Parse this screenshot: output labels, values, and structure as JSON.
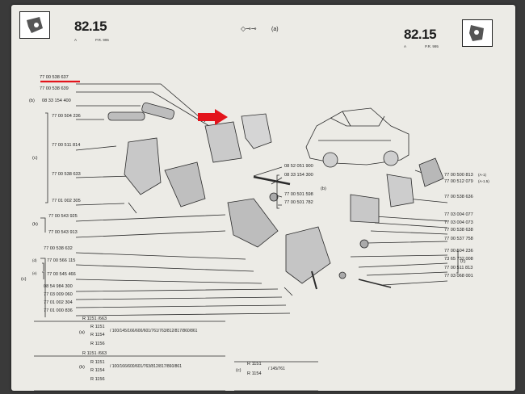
{
  "header": {
    "section_left": "82.15",
    "section_right": "82.15",
    "sub_left_a": "A",
    "sub_left_pr": "P.R. 995",
    "sub_right_a": "A",
    "sub_right_pr": "P.R. 995",
    "center_ref": "(a)"
  },
  "left_parts": {
    "p1": "77 00 538 637",
    "p2": "77 00 538 639",
    "p3_tag": "(b)",
    "p3": "08 33 154 400",
    "p4": "77 00 504 236",
    "p5": "77 00 511 814",
    "p6_tag": "(c)",
    "p6": "77 00 538 633",
    "p7": "77 01 002 305",
    "p8_tag": "(b)",
    "p8": "77 00 543 925",
    "p9": "77 00 543 913",
    "p10": "77 00 538 632",
    "p11_tag": "(d)",
    "p11": "77 00 566 115",
    "p12_tag": "(c)",
    "p12_tag2": "(e)",
    "p12": "77 00 545 466",
    "p13": "08 54 984 300",
    "p14": "77 03 009 060",
    "p15": "77 01 002 304",
    "p16": "77 01 000 836"
  },
  "center_parts": {
    "c1": "08 52 051 900",
    "c2": "08 33 154 300",
    "c3": "77 00 501 598",
    "c4": "77 00 501 782",
    "c_tag": "(b)"
  },
  "right_parts": {
    "r1": "77 00 500 813",
    "r1_note": "(A-1)",
    "r2": "77 00 512 079",
    "r2_note": "(A-1.5)",
    "r3": "77 00 538 636",
    "r4": "77 03 004 077",
    "r5": "77 03 004 073",
    "r6": "77 00 538 638",
    "r7": "77 00 537 758",
    "r8": "77 00 504 236",
    "r9": "73 65 732 008",
    "r9_tag": "(c)",
    "r10": "77 00 511 813",
    "r11": "77 03 068 001"
  },
  "footnotes": {
    "f1": "R 1151 /663",
    "f2_tag": "(a)",
    "f2a": "R 1151",
    "f2b": "R 1154",
    "f2_list": "/ 100/145/166/600/601/761/763/812/817/860/861",
    "f3": "R 1156",
    "f4": "R 1151 /663",
    "f5_tag": "(b)",
    "f5a": "R 1151",
    "f5b": "R 1154",
    "f5_list": "/ 100/166/600/601/763/812/817/860/861",
    "f6": "R 1156",
    "f7_tag": "(c)",
    "f7a": "R 1151",
    "f7b": "R 1154",
    "f7_list": "/ 145/761"
  },
  "colors": {
    "highlight": "#e3141b",
    "ink": "#1d1d1d",
    "paper": "#ecebe6"
  }
}
